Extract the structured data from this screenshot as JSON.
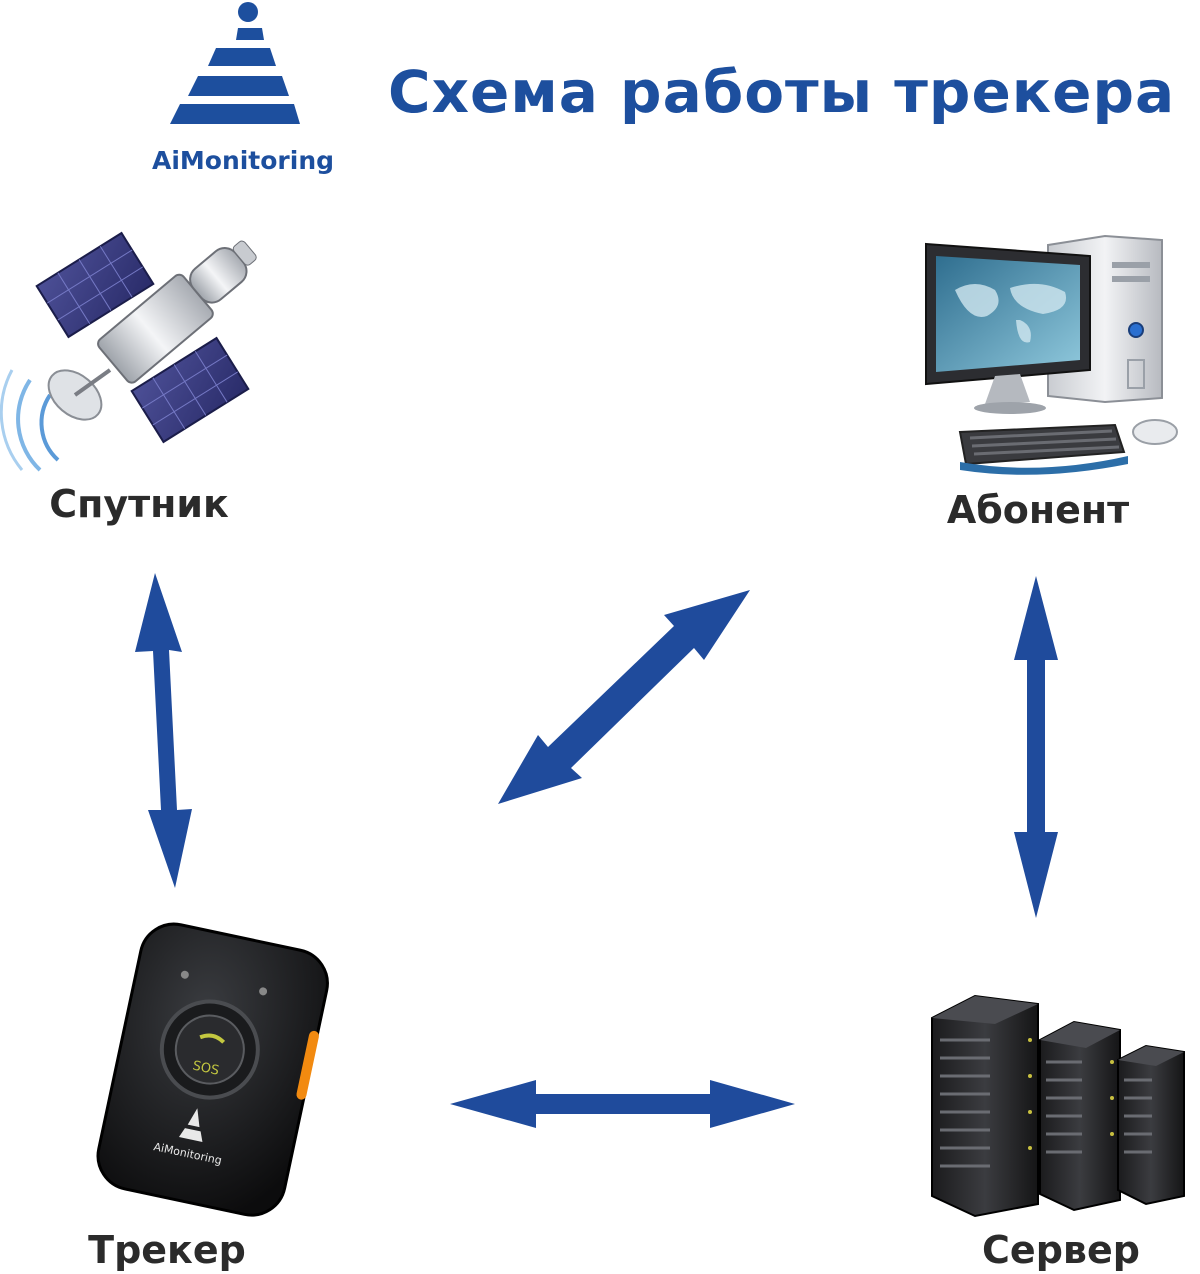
{
  "header": {
    "title": "Схема работы трекера",
    "brand": "AiMonitoring"
  },
  "tracker": {
    "button_text": "SOS",
    "brand": "AiMonitoring"
  },
  "nodes": {
    "satellite": "Спутник",
    "subscriber": "Абонент",
    "tracker": "Трекер",
    "server": "Сервер"
  },
  "colors": {
    "brand": "#1d4f9e",
    "arrow": "#1f4b9c",
    "label": "#2b2b2b"
  },
  "icons": [
    "logo-icon",
    "satellite-icon",
    "computer-icon",
    "tracker-icon",
    "server-icon"
  ]
}
